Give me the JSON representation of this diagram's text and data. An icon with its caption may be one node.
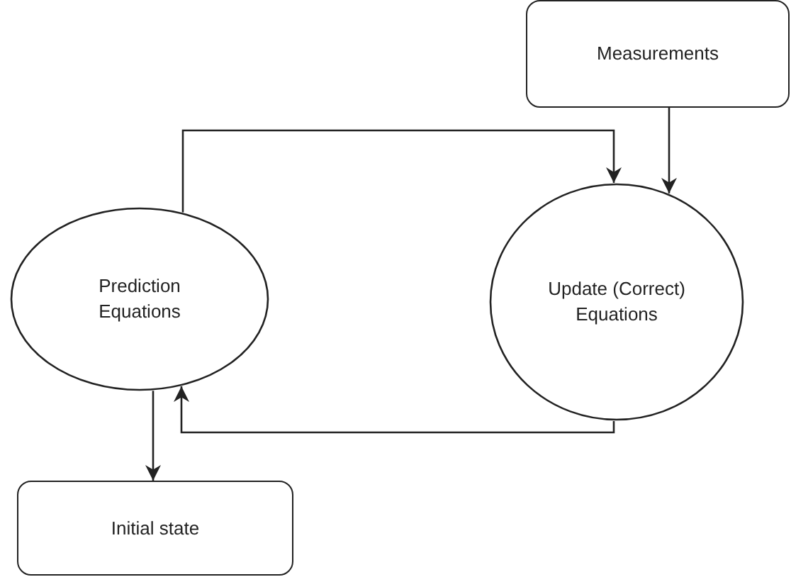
{
  "diagram": {
    "nodes": [
      {
        "text": [
          "Measurements"
        ]
      },
      {
        "text": [
          "Prediction Equations"
        ]
      },
      {
        "text": [
          "Update (Correct) Equations"
        ]
      },
      {
        "text": [
          "Initial state"
        ]
      }
    ],
    "edges": [
      {
        "from": 1,
        "to": 2,
        "arrow": "to"
      },
      {
        "from": 0,
        "to": 2,
        "arrow": "to"
      },
      {
        "from": 2,
        "to": 1,
        "arrow": "to"
      },
      {
        "from": 1,
        "to": 3,
        "arrow": "to"
      }
    ]
  }
}
